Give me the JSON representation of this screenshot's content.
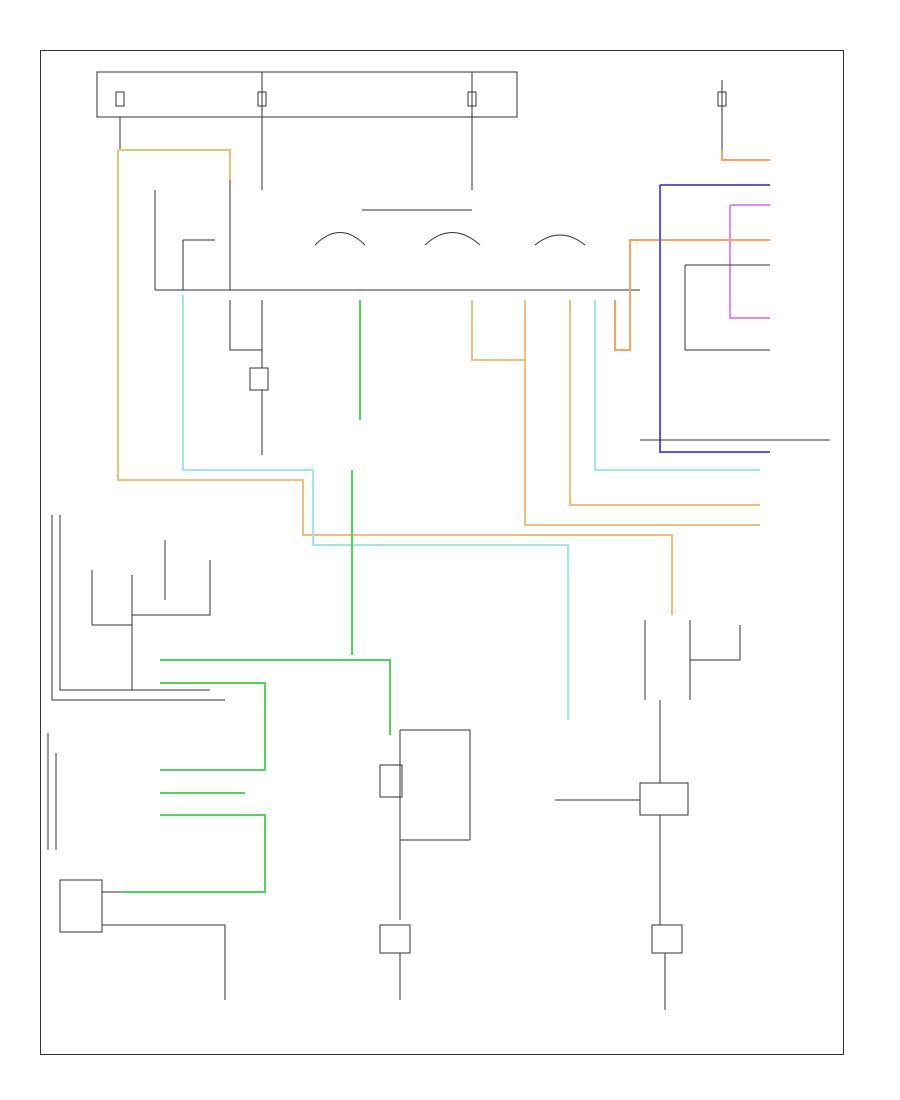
{
  "diagram": {
    "page_code": "",
    "colors": {
      "tan": "#e8c17a",
      "orange_tan": "#e8b46a",
      "light_blue": "#9fe7ef",
      "green": "#52d35a",
      "blue": "#5b5bd6",
      "pink": "#e38be8",
      "orange": "#f4a460",
      "dark": "#333333"
    },
    "components": [
      {
        "id": "hot-in-run-fuse",
        "icon": "fuse-icon"
      },
      {
        "id": "hot-at-all-times-fuse",
        "icon": "fuse-icon"
      },
      {
        "id": "hot-in-start-fuse",
        "icon": "fuse-icon"
      },
      {
        "id": "ac-compressor-relay",
        "icon": "relay-icon"
      },
      {
        "id": "ac-compressor-clutch",
        "icon": "clutch-icon"
      },
      {
        "id": "ac-pressure-switch",
        "icon": "switch-icon"
      },
      {
        "id": "blower-motor-resistor",
        "icon": "resistor-icon"
      },
      {
        "id": "ground-points",
        "icon": "ground-icon"
      }
    ]
  }
}
